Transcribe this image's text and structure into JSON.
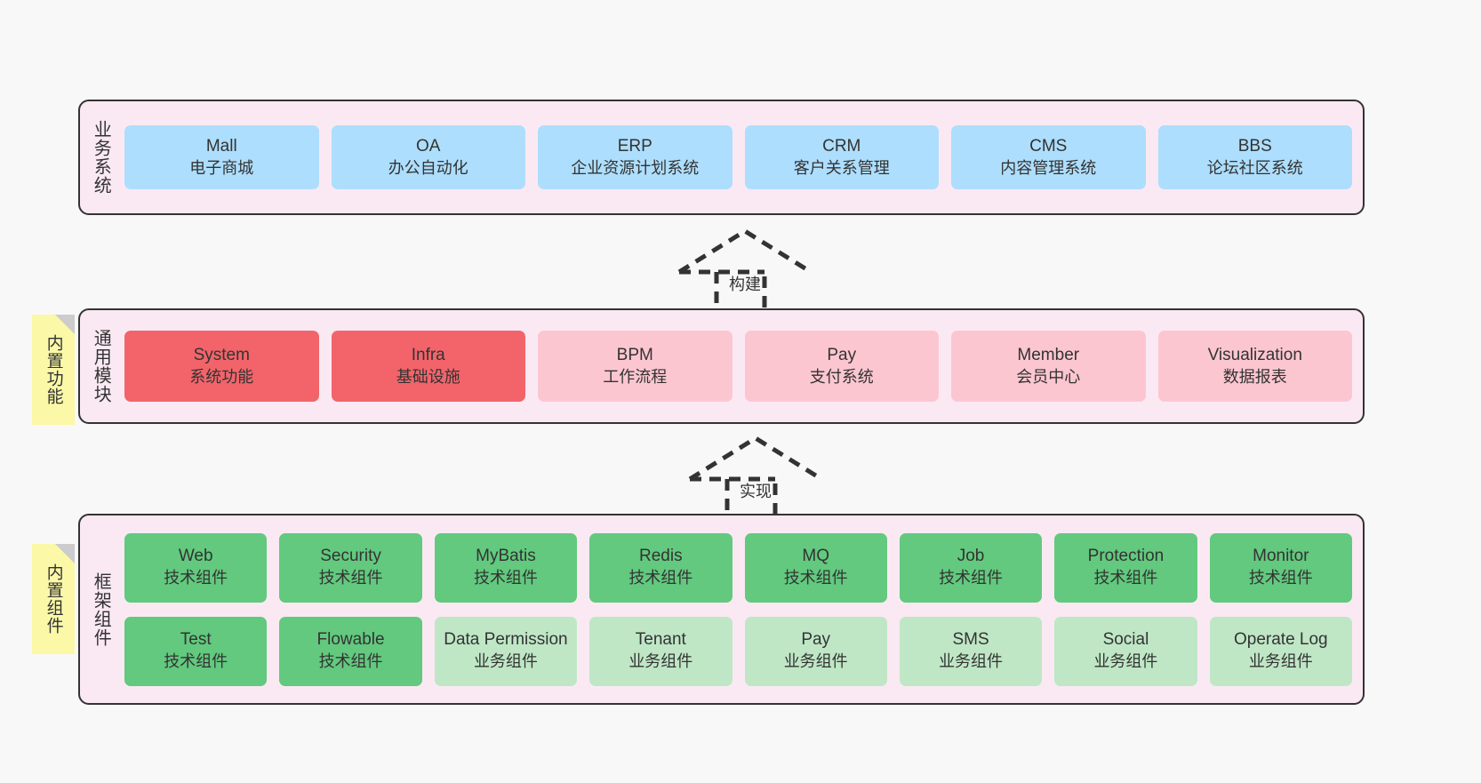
{
  "canvas": {
    "background": "#f8f8f8",
    "border_color": "#333333",
    "panel_background": "#fae9f3"
  },
  "palette": {
    "blue": "#addefd",
    "red": "#f2646a",
    "pink": "#fcc6d0",
    "green": "#62c97e",
    "light_green": "#bfe7c6",
    "note_yellow": "#fbf8a8",
    "note_fold": "#cccccc"
  },
  "layers": [
    {
      "id": "business-system",
      "caption": "业务系统",
      "rows": [
        {
          "cards": [
            {
              "title": "Mall",
              "sub": "电子商城",
              "color": "blue"
            },
            {
              "title": "OA",
              "sub": "办公自动化",
              "color": "blue"
            },
            {
              "title": "ERP",
              "sub": "企业资源计划系统",
              "color": "blue"
            },
            {
              "title": "CRM",
              "sub": "客户关系管理",
              "color": "blue"
            },
            {
              "title": "CMS",
              "sub": "内容管理系统",
              "color": "blue"
            },
            {
              "title": "BBS",
              "sub": "论坛社区系统",
              "color": "blue"
            }
          ]
        }
      ]
    },
    {
      "id": "common-modules",
      "caption": "通用模块",
      "note": "内置功能",
      "rows": [
        {
          "cards": [
            {
              "title": "System",
              "sub": "系统功能",
              "color": "red"
            },
            {
              "title": "Infra",
              "sub": "基础设施",
              "color": "red"
            },
            {
              "title": "BPM",
              "sub": "工作流程",
              "color": "pink"
            },
            {
              "title": "Pay",
              "sub": "支付系统",
              "color": "pink"
            },
            {
              "title": "Member",
              "sub": "会员中心",
              "color": "pink"
            },
            {
              "title": "Visualization",
              "sub": "数据报表",
              "color": "pink"
            }
          ]
        }
      ]
    },
    {
      "id": "framework-components",
      "caption": "框架组件",
      "note": "内置组件",
      "rows": [
        {
          "cards": [
            {
              "title": "Web",
              "sub": "技术组件",
              "color": "green"
            },
            {
              "title": "Security",
              "sub": "技术组件",
              "color": "green"
            },
            {
              "title": "MyBatis",
              "sub": "技术组件",
              "color": "green"
            },
            {
              "title": "Redis",
              "sub": "技术组件",
              "color": "green"
            },
            {
              "title": "MQ",
              "sub": "技术组件",
              "color": "green"
            },
            {
              "title": "Job",
              "sub": "技术组件",
              "color": "green"
            },
            {
              "title": "Protection",
              "sub": "技术组件",
              "color": "green"
            },
            {
              "title": "Monitor",
              "sub": "技术组件",
              "color": "green"
            }
          ]
        },
        {
          "cards": [
            {
              "title": "Test",
              "sub": "技术组件",
              "color": "green"
            },
            {
              "title": "Flowable",
              "sub": "技术组件",
              "color": "green"
            },
            {
              "title": "Data Permission",
              "sub": "业务组件",
              "color": "lightgreen"
            },
            {
              "title": "Tenant",
              "sub": "业务组件",
              "color": "lightgreen"
            },
            {
              "title": "Pay",
              "sub": "业务组件",
              "color": "lightgreen"
            },
            {
              "title": "SMS",
              "sub": "业务组件",
              "color": "lightgreen"
            },
            {
              "title": "Social",
              "sub": "业务组件",
              "color": "lightgreen"
            },
            {
              "title": "Operate Log",
              "sub": "业务组件",
              "color": "lightgreen"
            }
          ]
        }
      ]
    }
  ],
  "connectors": [
    {
      "id": "build",
      "label": "构建",
      "from": "common-modules",
      "to": "business-system"
    },
    {
      "id": "realize",
      "label": "实现",
      "from": "framework-components",
      "to": "common-modules"
    }
  ]
}
